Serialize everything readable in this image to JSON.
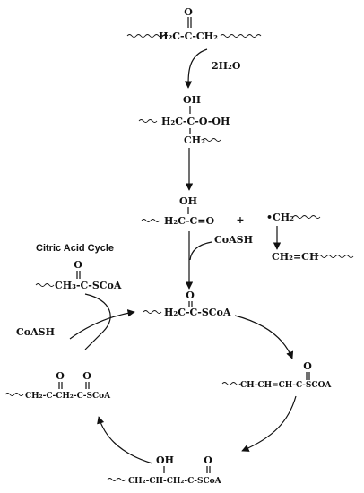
{
  "diagram": {
    "labels": {
      "ketone_o": "O",
      "ketone": "H₂C-C-CH₂",
      "water": "2H₂O",
      "hp_oh": "OH",
      "hp_main": "H₂C-C-O-OH",
      "hp_ch2": "CH₂",
      "acid_oh": "OH",
      "acid": "H₂C-C=O",
      "plus": "+",
      "radical": "•CH₂",
      "alkene": "CH₂=CH",
      "coash1": "CoASH",
      "cycle_title": "Citric Acid Cycle",
      "acetyl_o": "O",
      "acetyl": "CH₃-C-SCoA",
      "coash2": "CoASH",
      "acyl_o": "O",
      "acyl": "H₂C-C-SCoA",
      "enoyl_o": "O",
      "enoyl": "CH-CH=CH-C-SCOA",
      "ketoacyl_o1": "O",
      "ketoacyl_o2": "O",
      "ketoacyl": "CH₂-C-CH₂-C-SCoA",
      "hydroxy_oh": "OH",
      "hydroxy_o": "O",
      "hydroxy": "CH₂-CH-CH₂-C-SCoA"
    }
  }
}
